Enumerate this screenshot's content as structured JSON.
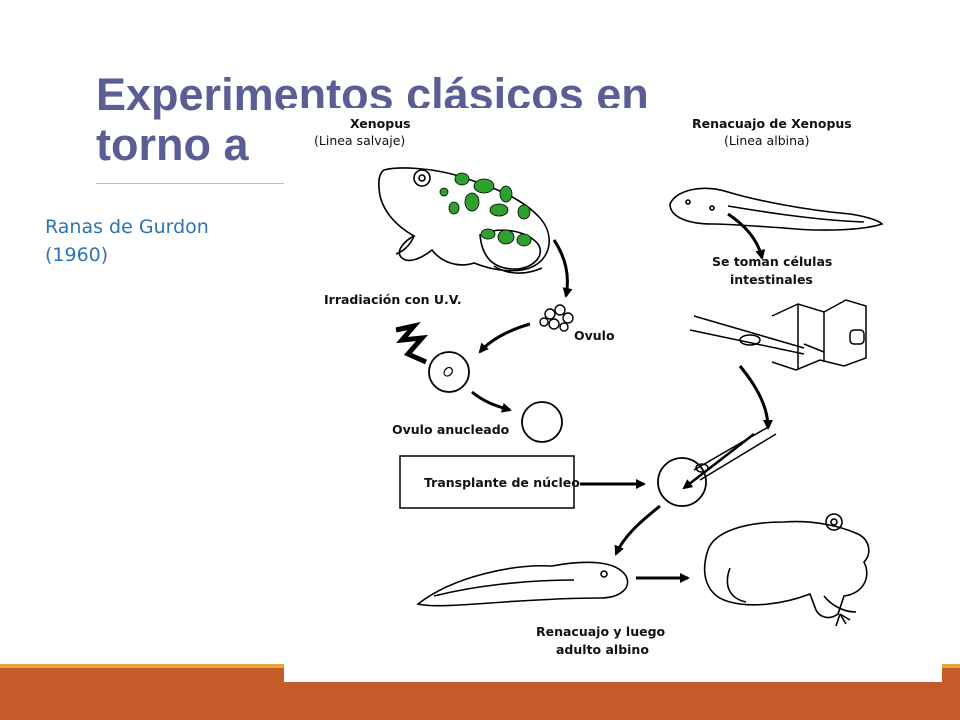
{
  "slide": {
    "title": "Experimentos clásicos en torno a",
    "caption_line1": "Ranas de Gurdon",
    "caption_line2": "(1960)"
  },
  "diagram": {
    "xenopus_title": "Xenopus",
    "xenopus_subtitle": "(Linea salvaje)",
    "tadpole_title": "Renacuajo de Xenopus",
    "tadpole_subtitle": "(Linea albina)",
    "cells_line1": "Se toman células",
    "cells_line2": "intestinales",
    "irradiation": "Irradiación con U.V.",
    "ovule": "Ovulo",
    "enucleated": "Ovulo anucleado",
    "transplant": "Transplante de núcleo",
    "result_line1": "Renacuajo y luego",
    "result_line2": "adulto albino"
  },
  "colors": {
    "title": "#5b5e95",
    "caption": "#2e74b5",
    "bar": "#c55a2a",
    "bar_accent": "#e6a43a",
    "spots": "#2ea02e"
  }
}
